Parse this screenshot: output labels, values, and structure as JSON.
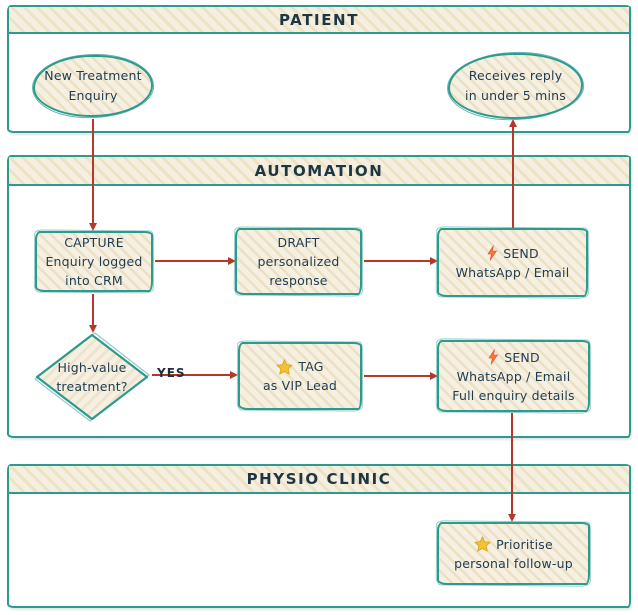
{
  "colors": {
    "lane_border": "#2c9a8e",
    "band_fill": "#f4efe1",
    "node_fill": "#f6f0e2",
    "text": "#1e3c50",
    "arrow": "#b5392b",
    "star": "#f2c230",
    "bolt": "#f57a2e"
  },
  "lanes": [
    {
      "title": "PATIENT"
    },
    {
      "title": "AUTOMATION"
    },
    {
      "title": "PHYSIO CLINIC"
    }
  ],
  "nodes": {
    "new_enquiry": {
      "lines": [
        "New Treatment",
        "Enquiry"
      ]
    },
    "receives_reply": {
      "lines": [
        "Receives reply",
        "in under 5 mins"
      ]
    },
    "capture": {
      "lines": [
        "CAPTURE",
        "Enquiry logged",
        "into CRM"
      ]
    },
    "draft": {
      "lines": [
        "DRAFT",
        "personalized",
        "response"
      ]
    },
    "send_reply": {
      "icon": "lightning-bolt",
      "lines": [
        "SEND",
        "WhatsApp / Email"
      ]
    },
    "high_value": {
      "lines": [
        "High-value",
        "treatment?"
      ]
    },
    "tag_vip": {
      "icon": "star",
      "lines": [
        "TAG",
        "as VIP Lead"
      ]
    },
    "send_details": {
      "icon": "lightning-bolt",
      "lines": [
        "SEND",
        "WhatsApp / Email",
        "Full enquiry details"
      ]
    },
    "prioritise": {
      "icon": "star",
      "lines": [
        "Prioritise",
        "personal follow-up"
      ]
    }
  },
  "edge_labels": {
    "yes": "YES"
  }
}
